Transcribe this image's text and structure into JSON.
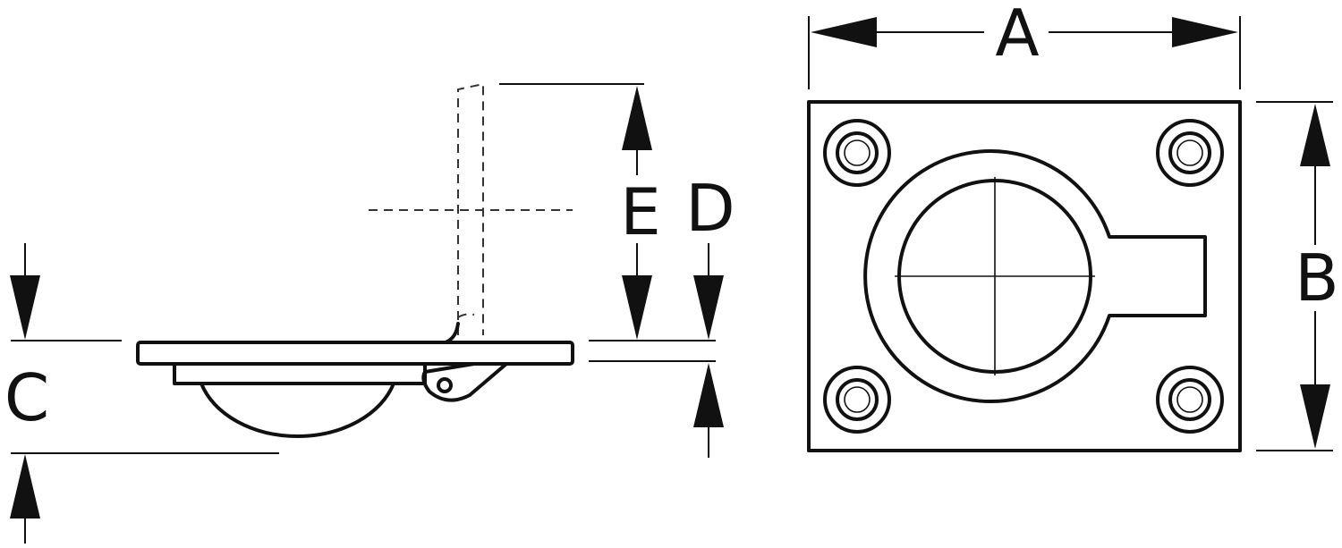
{
  "labels": {
    "a": "A",
    "b": "B",
    "c": "C",
    "d": "D",
    "e": "E"
  },
  "colors": {
    "line": "#111111",
    "background": "#ffffff"
  }
}
